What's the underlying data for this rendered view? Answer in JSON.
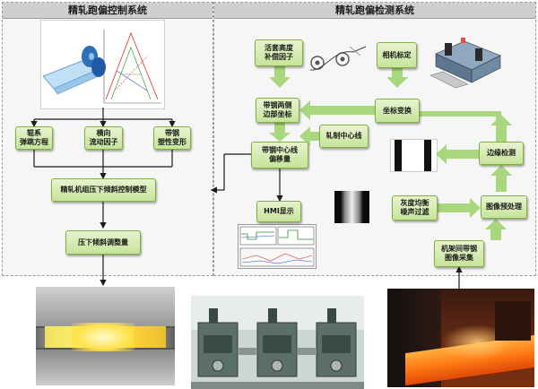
{
  "panels": {
    "left_title": "精轧跑偏控制系统",
    "right_title": "精轧跑偏检测系统"
  },
  "control": {
    "roll_spring": "辊系\n弹跳方程",
    "lateral_flow": "横向\n流动因子",
    "plastic_deform": "带钢\n塑性变形",
    "tilt_model": "精轧机组压下倾斜控制模型",
    "tilt_adjust": "压下倾斜调整量"
  },
  "detection": {
    "looper_comp": "活套高度\n补偿因子",
    "camera_calib": "相机标定",
    "edge_coords": "带钢两侧\n边部坐标",
    "coord_transform": "坐标变换",
    "rolling_centerline": "轧制中心线",
    "center_offset": "带钢中心线\n偏移量",
    "edge_detect": "边缘检测",
    "hmi": "HMI显示",
    "gray_equalize": "灰度均衡\n噪声过滤",
    "image_preprocess": "图像预处理",
    "image_acquire": "机架间带钢\n图像采集"
  },
  "colors": {
    "box_fill": "#d6ecb4",
    "box_border": "#7fb040",
    "arrow_green": "#a9d77d",
    "arrow_black": "#1a1a1a",
    "header_bg": "#cfcfcf"
  }
}
